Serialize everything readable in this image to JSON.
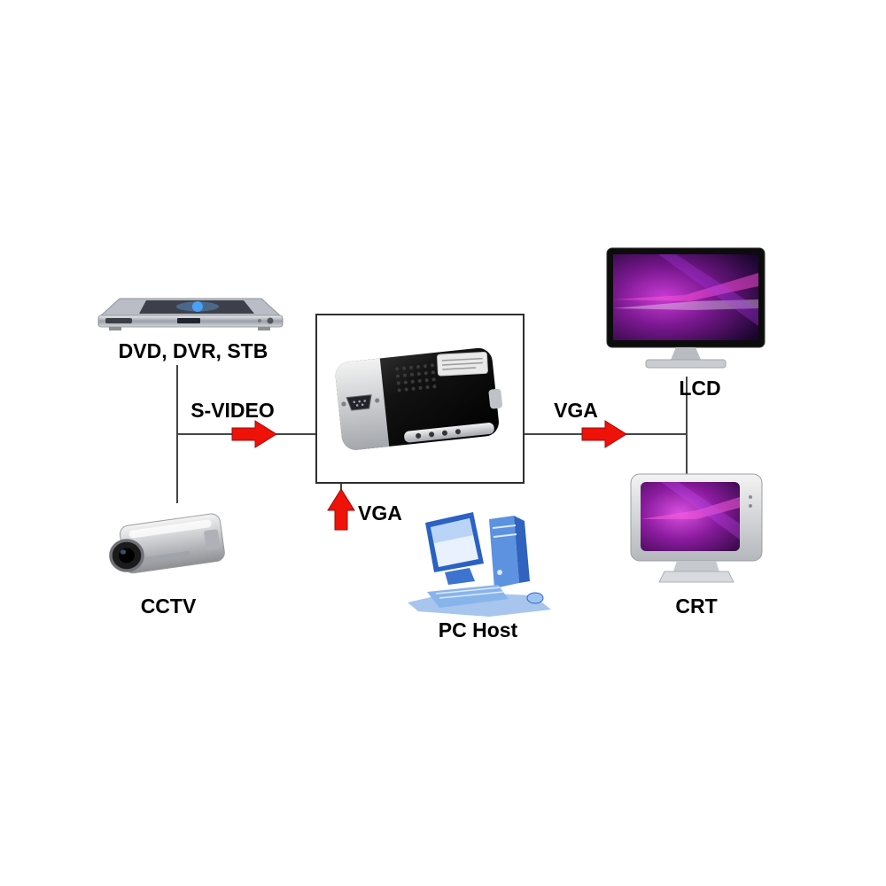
{
  "diagram": {
    "nodes": {
      "dvd": {
        "label": "DVD, DVR, STB"
      },
      "cctv": {
        "label": "CCTV"
      },
      "pc_host": {
        "label": "PC Host"
      },
      "lcd": {
        "label": "LCD"
      },
      "crt": {
        "label": "CRT"
      }
    },
    "connections": {
      "svideo": {
        "label": "S-VIDEO",
        "direction": "right"
      },
      "vga_out": {
        "label": "VGA",
        "direction": "right"
      },
      "vga_in": {
        "label": "VGA",
        "direction": "up"
      }
    },
    "colors": {
      "arrow": "#ee1209",
      "line": "#454545",
      "text": "#000000",
      "background": "#ffffff"
    }
  }
}
